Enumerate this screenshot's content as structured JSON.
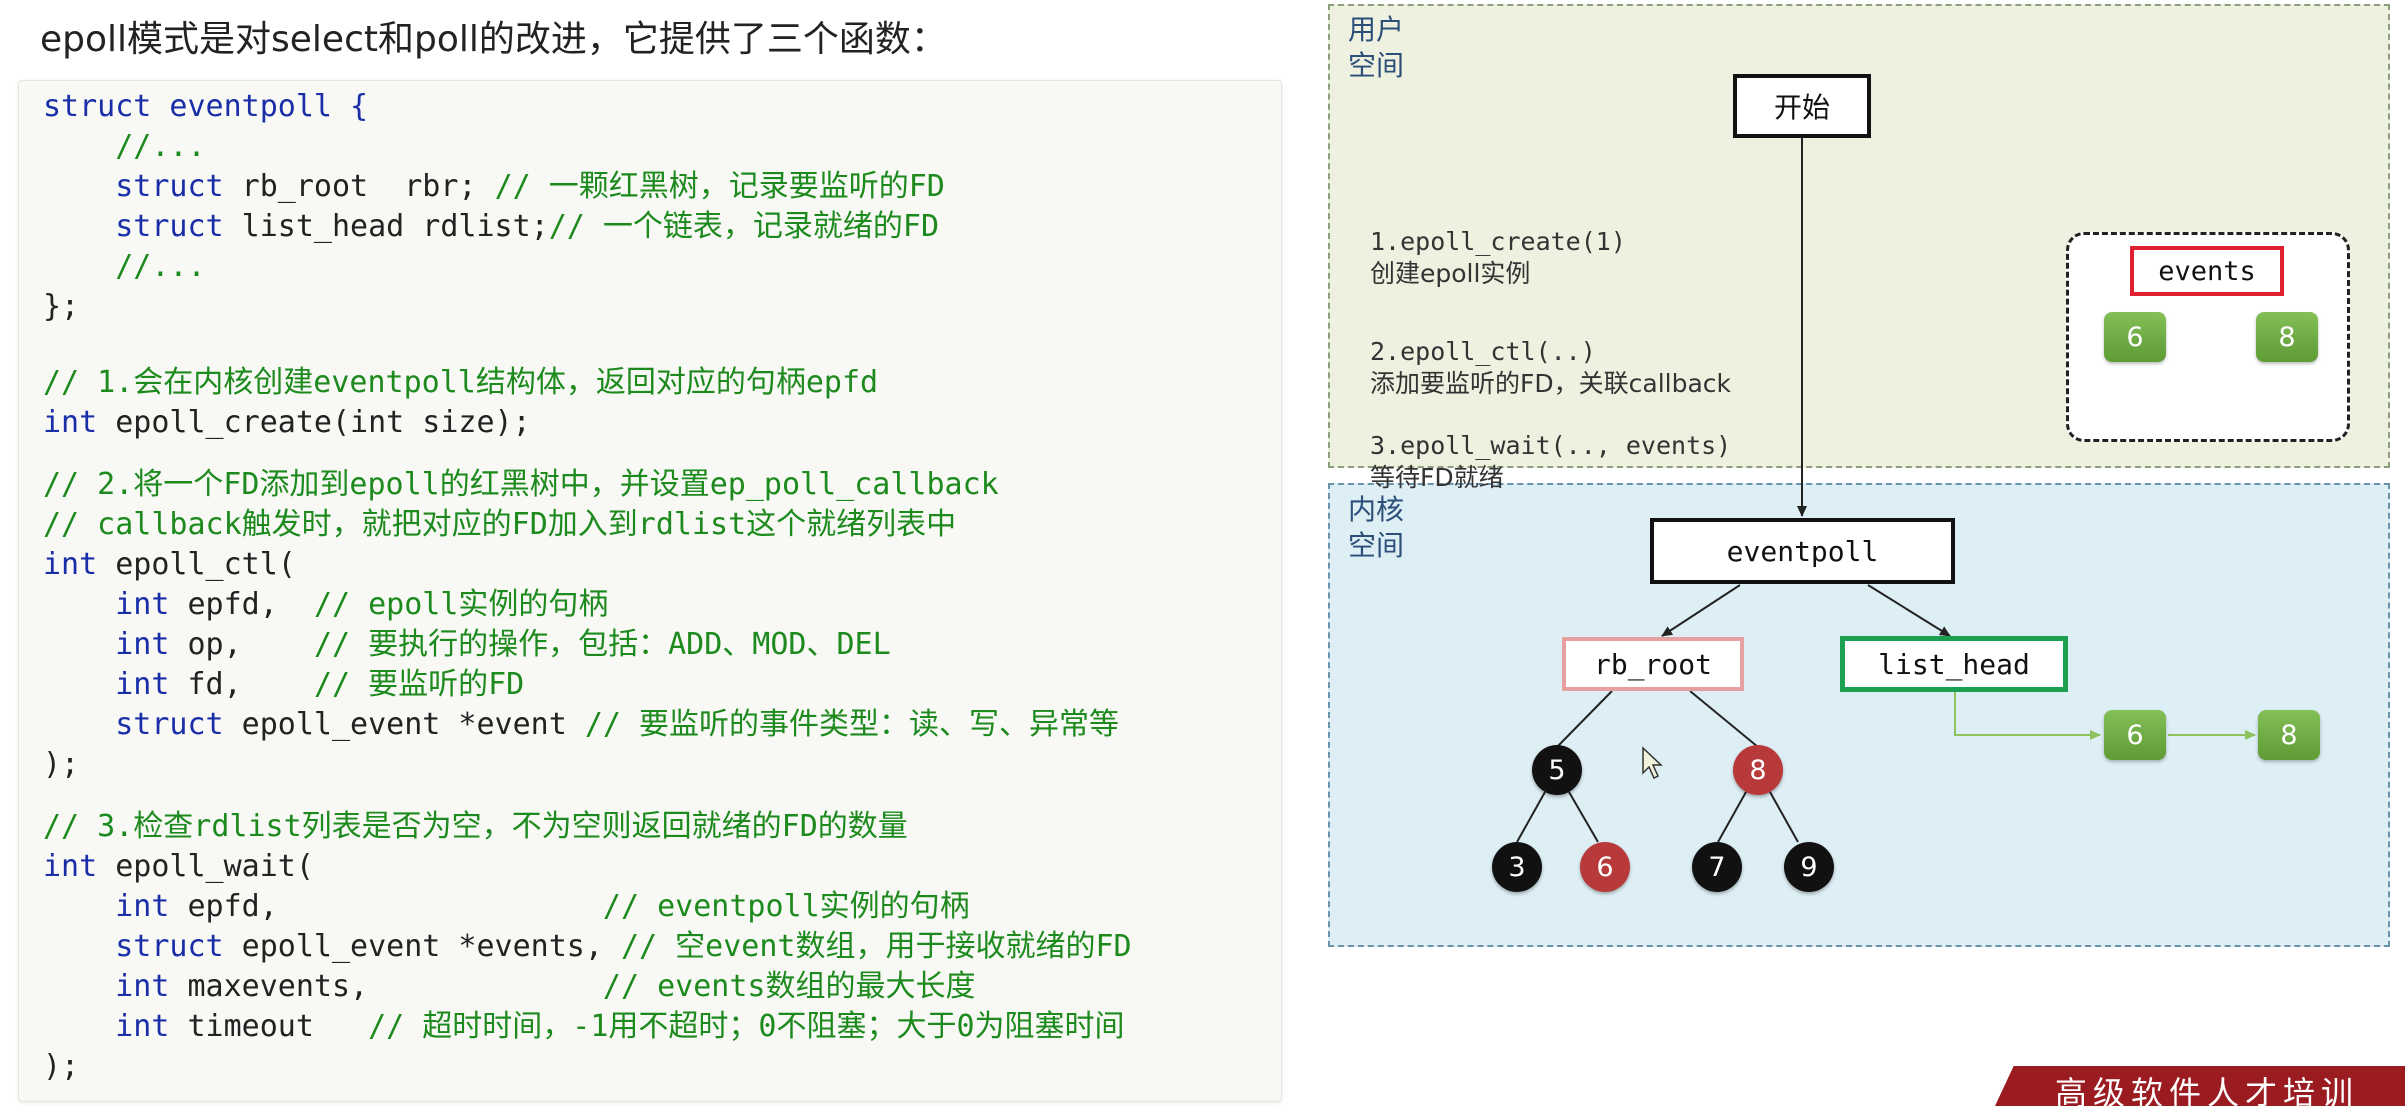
{
  "heading": "epoll模式是对select和poll的改进，它提供了三个函数：",
  "code": {
    "l1_kw": "struct",
    "l1_rest": " eventpoll {",
    "l2": "    //...",
    "l3_kw": "    struct",
    "l3_rest": " rb_root  rbr; ",
    "l3_cm": "// 一颗红黑树，记录要监听的FD",
    "l4_kw": "    struct",
    "l4_rest": " list_head rdlist;",
    "l4_cm": "// 一个链表，记录就绪的FD",
    "l5": "    //...",
    "l6": "};",
    "l7": "// 1.会在内核创建eventpoll结构体，返回对应的句柄epfd",
    "l8_kw": "int",
    "l8_rest": " epoll_create(int size);",
    "l9": "// 2.将一个FD添加到epoll的红黑树中，并设置ep_poll_callback",
    "l10": "// callback触发时，就把对应的FD加入到rdlist这个就绪列表中",
    "l11_kw": "int",
    "l11_rest": " epoll_ctl(",
    "l12_kw": "    int",
    "l12_rest": " epfd,  ",
    "l12_cm": "// epoll实例的句柄",
    "l13_kw": "    int",
    "l13_rest": " op,    ",
    "l13_cm": "// 要执行的操作，包括：ADD、MOD、DEL",
    "l14_kw": "    int",
    "l14_rest": " fd,    ",
    "l14_cm": "// 要监听的FD",
    "l15_kw": "    struct",
    "l15_rest": " epoll_event *event ",
    "l15_cm": "// 要监听的事件类型：读、写、异常等",
    "l16": ");",
    "l17": "// 3.检查rdlist列表是否为空，不为空则返回就绪的FD的数量",
    "l18_kw": "int",
    "l18_rest": " epoll_wait(",
    "l19_kw": "    int",
    "l19_rest": " epfd,                  ",
    "l19_cm": "// eventpoll实例的句柄",
    "l20_kw": "    struct",
    "l20_rest": " epoll_event *events, ",
    "l20_cm": "// 空event数组，用于接收就绪的FD",
    "l21_kw": "    int",
    "l21_rest": " maxevents,             ",
    "l21_cm": "// events数组的最大长度",
    "l22_kw": "    int",
    "l22_rest": " timeout   ",
    "l22_cm": "// 超时时间，-1用不超时；0不阻塞；大于0为阻塞时间",
    "l23": ");"
  },
  "diagram": {
    "user_label_1": "用户",
    "user_label_2": "空间",
    "kernel_label_1": "内核",
    "kernel_label_2": "空间",
    "start": "开始",
    "step1_code": "1.epoll_create(1)",
    "step1_desc": "创建epoll实例",
    "step2_code": "2.epoll_ctl(..)",
    "step2_desc": "添加要监听的FD，关联callback",
    "step3_code": "3.epoll_wait(.., events)",
    "step3_desc": "等待FD就绪",
    "events": "events",
    "events_fd_a": "6",
    "events_fd_b": "8",
    "eventpoll": "eventpoll",
    "rb_root": "rb_root",
    "list_head": "list_head",
    "list_node_a": "6",
    "list_node_b": "8",
    "tree": {
      "n5": "5",
      "n8": "8",
      "n3": "3",
      "n6": "6",
      "n7": "7",
      "n9": "9"
    },
    "colors": {
      "red_node": "#b8393a",
      "black_node": "#111111",
      "green_chip": "#6fae45"
    }
  },
  "banner": "高级软件人才培训"
}
